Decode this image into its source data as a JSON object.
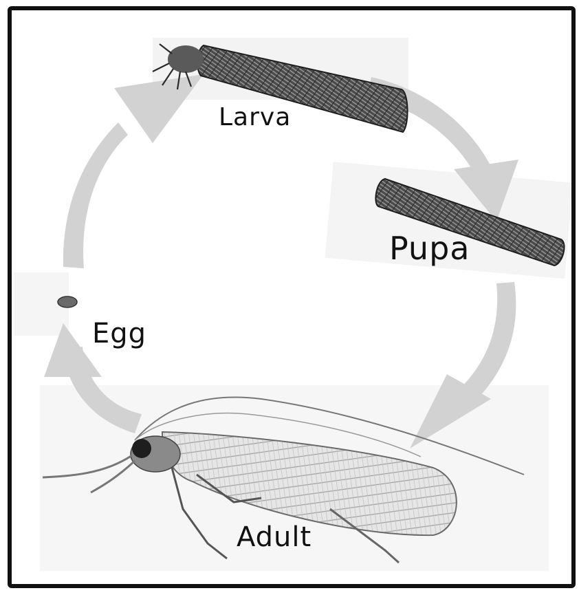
{
  "diagram": {
    "stages": [
      {
        "id": "larva",
        "label": "Larva"
      },
      {
        "id": "pupa",
        "label": "Pupa"
      },
      {
        "id": "egg",
        "label": "Egg"
      },
      {
        "id": "adult",
        "label": "Adult"
      }
    ],
    "cycle_order": [
      "egg",
      "larva",
      "pupa",
      "adult"
    ],
    "colors": {
      "arrow": "#d2d2d2",
      "border": "#111111",
      "case": "#3a3a3a",
      "case_light": "#9a9a9a",
      "wing": "#bdbdbd"
    }
  }
}
